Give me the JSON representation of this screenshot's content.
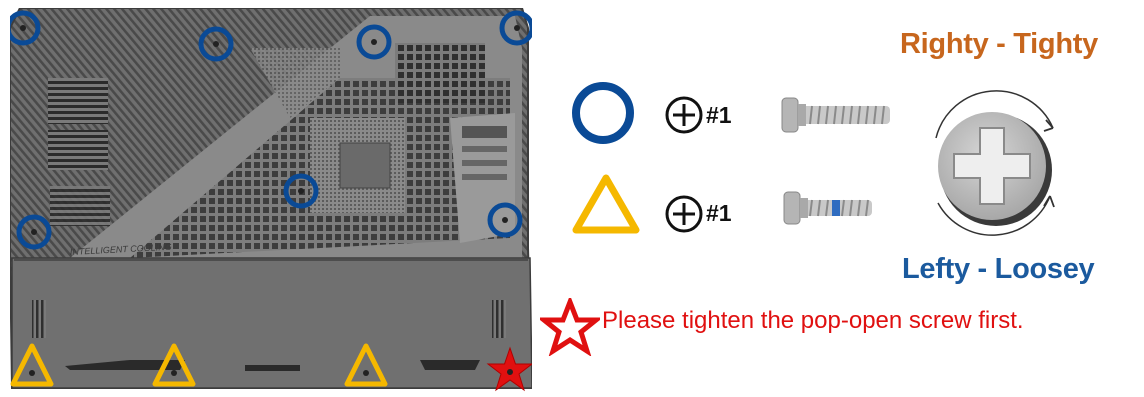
{
  "screws": [
    {
      "shape": "circle",
      "driver": "phillips-icon",
      "size": "#1",
      "color": "#0a4a96"
    },
    {
      "shape": "triangle",
      "driver": "phillips-icon",
      "size": "#1",
      "color": "#f5b800"
    }
  ],
  "directions": {
    "tighten": "Righty - Tighty",
    "loosen": "Lefty - Loosey",
    "tighten_color": "#c7661d",
    "loosen_color": "#1b5a9e"
  },
  "note": {
    "icon": "star-icon",
    "text": "Please tighten the pop-open screw first.",
    "color": "#e01010"
  },
  "panel": {
    "logo": "INTELLIGENT COOLING",
    "screw_markers": {
      "circle": 7,
      "triangle": 3,
      "star": 1
    }
  }
}
